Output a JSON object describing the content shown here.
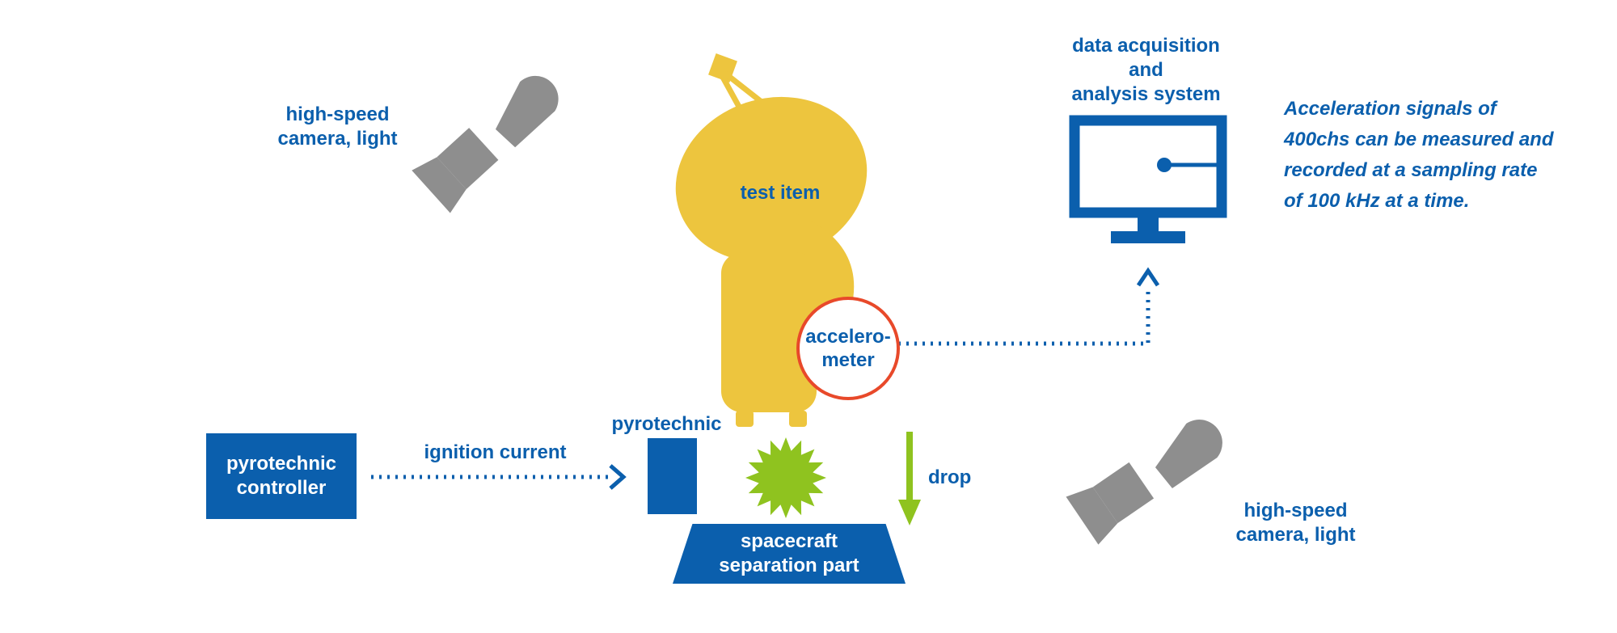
{
  "colors": {
    "blue": "#0b5fad",
    "yellow": "#edc53e",
    "green": "#8fc31f",
    "gray": "#8e8e8e",
    "red": "#e8492a",
    "white": "#ffffff"
  },
  "labels": {
    "camera_top": {
      "line1": "high-speed",
      "line2": "camera, light"
    },
    "test_item": "test item",
    "daq": {
      "line1": "data acquisition",
      "line2": "and",
      "line3": "analysis system"
    },
    "note": {
      "line1": "Acceleration signals of",
      "line2": "400chs can be measured and",
      "line3": "recorded at a sampling rate",
      "line4": "of 100 kHz at a time."
    },
    "accelerometer": {
      "line1": "accelero-",
      "line2": "meter"
    },
    "pyro_controller": {
      "line1": "pyrotechnic",
      "line2": "controller"
    },
    "ignition_current": "ignition current",
    "pyrotechnic": "pyrotechnic",
    "drop": "drop",
    "separation_part": {
      "line1": "spacecraft",
      "line2": "separation part"
    },
    "camera_bottom": {
      "line1": "high-speed",
      "line2": "camera, light"
    }
  },
  "icons": {
    "camera_top": "high-speed-camera-and-light-icon",
    "camera_bottom": "high-speed-camera-and-light-icon",
    "test_item": "satellite-dish-icon",
    "daq": "monitor-icon",
    "explosion": "starburst-icon",
    "drop_arrow": "green-down-arrow-icon",
    "ignition_arrow": "dotted-arrow-right-icon",
    "accel_arrow": "dotted-arrow-up-icon"
  }
}
